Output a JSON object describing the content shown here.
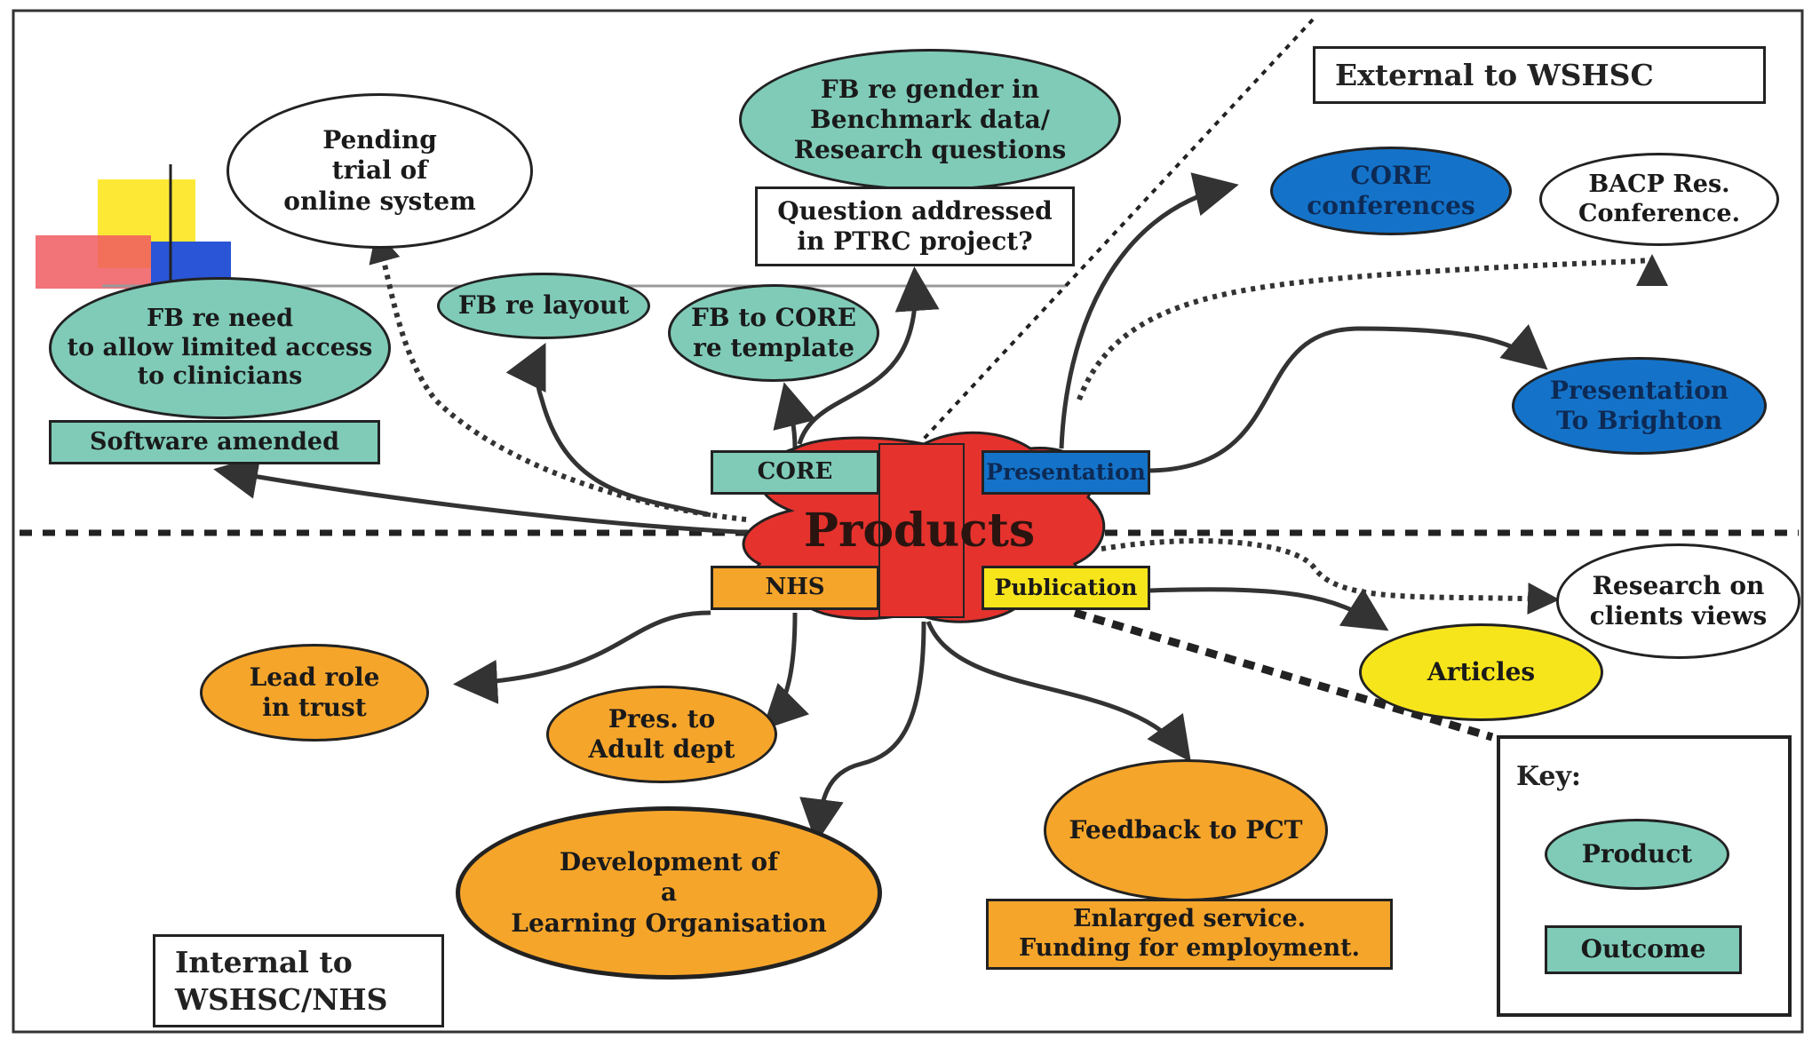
{
  "center": {
    "label": "Products"
  },
  "categories": {
    "core": "CORE",
    "presentation": "Presentation",
    "nhs": "NHS",
    "publication": "Publication"
  },
  "region_labels": {
    "external": "External to WSHSC",
    "internal": "Internal to\nWSHSC/NHS"
  },
  "nodes": {
    "pending_trial": "Pending\ntrial of\nonline system",
    "fb_gender": "FB re gender in\nBenchmark data/\nResearch questions",
    "question_ptrc": "Question addressed\nin PTRC project?",
    "fb_layout": "FB re layout",
    "fb_core_template": "FB to CORE\nre template",
    "fb_limited_access": "FB re need\nto allow limited access\nto clinicians",
    "software_amended": "Software amended",
    "core_conferences": "CORE\nconferences",
    "bacp_conference": "BACP Res.\nConference.",
    "presentation_brighton": "Presentation\nTo Brighton",
    "research_clients": "Research on\nclients views",
    "articles": "Articles",
    "lead_role": "Lead role\nin trust",
    "pres_adult": "Pres. to\nAdult dept",
    "learning_org": "Development of\na\nLearning Organisation",
    "feedback_pct": "Feedback to PCT",
    "enlarged_service": "Enlarged service.\nFunding for employment."
  },
  "key": {
    "title": "Key:",
    "product": "Product",
    "outcome": "Outcome"
  },
  "colors": {
    "teal": "#7fcbb8",
    "blue": "#1473c9",
    "orange": "#f6a52b",
    "yellow": "#f7e51c",
    "red": "#e5322d"
  }
}
